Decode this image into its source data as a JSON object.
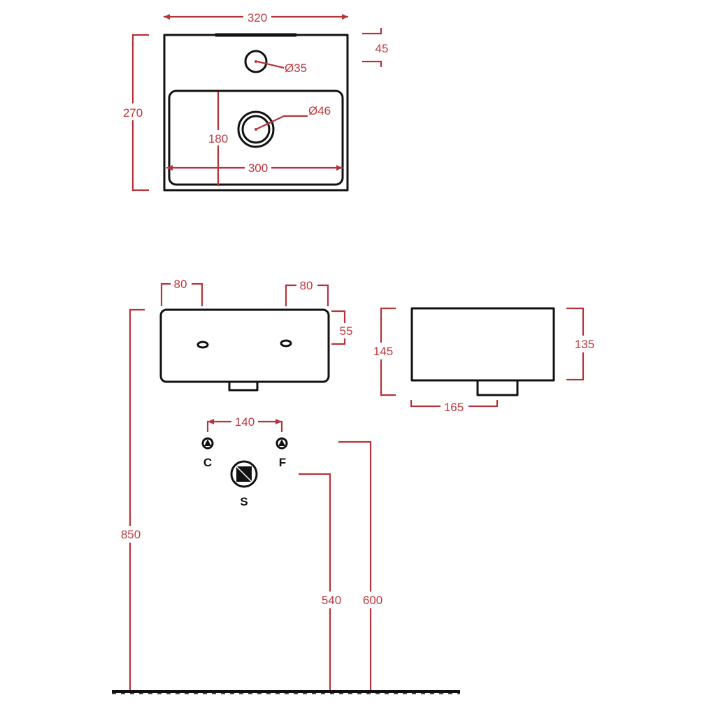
{
  "colors": {
    "object_line": "#111111",
    "dimension_line": "#b5343c",
    "dimension_text": "#c0393f"
  },
  "top_view": {
    "width": "320",
    "height": "270",
    "tap_offset": "45",
    "tap_hole": "Ø35",
    "bowl_height": "180",
    "bowl_width": "300",
    "drain": "Ø46"
  },
  "front_view": {
    "left_bracket": "80",
    "right_bracket": "80",
    "bracket_height": "55",
    "floor_to_top": "850",
    "supply_spacing": "140",
    "hot_label": "C",
    "cold_label": "F",
    "waste_label": "S",
    "waste_height": "540",
    "supply_height": "600"
  },
  "side_view": {
    "depth_left": "145",
    "depth_right": "135",
    "waste_offset": "165"
  }
}
